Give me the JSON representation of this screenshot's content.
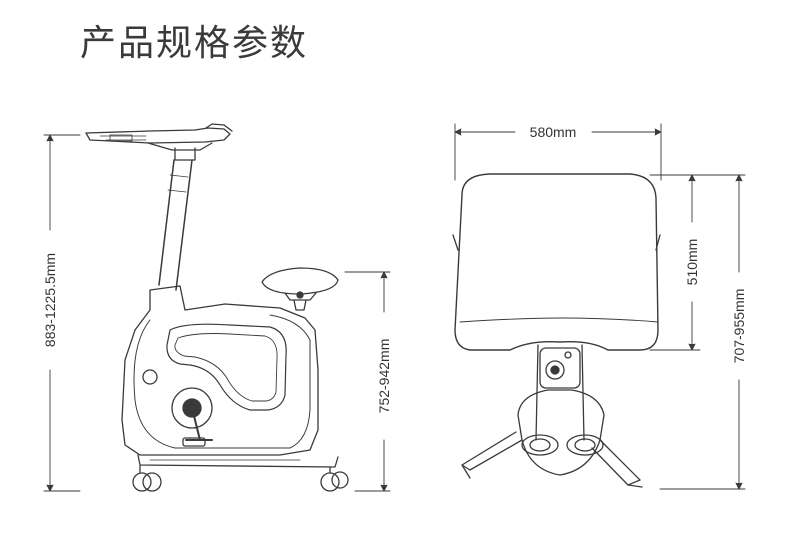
{
  "title": "产品规格参数",
  "dimensions": {
    "total_height": "883-1225.5mm",
    "seat_height": "752-942mm",
    "desk_width": "580mm",
    "desk_depth": "510mm",
    "desk_height": "707-955mm"
  }
}
